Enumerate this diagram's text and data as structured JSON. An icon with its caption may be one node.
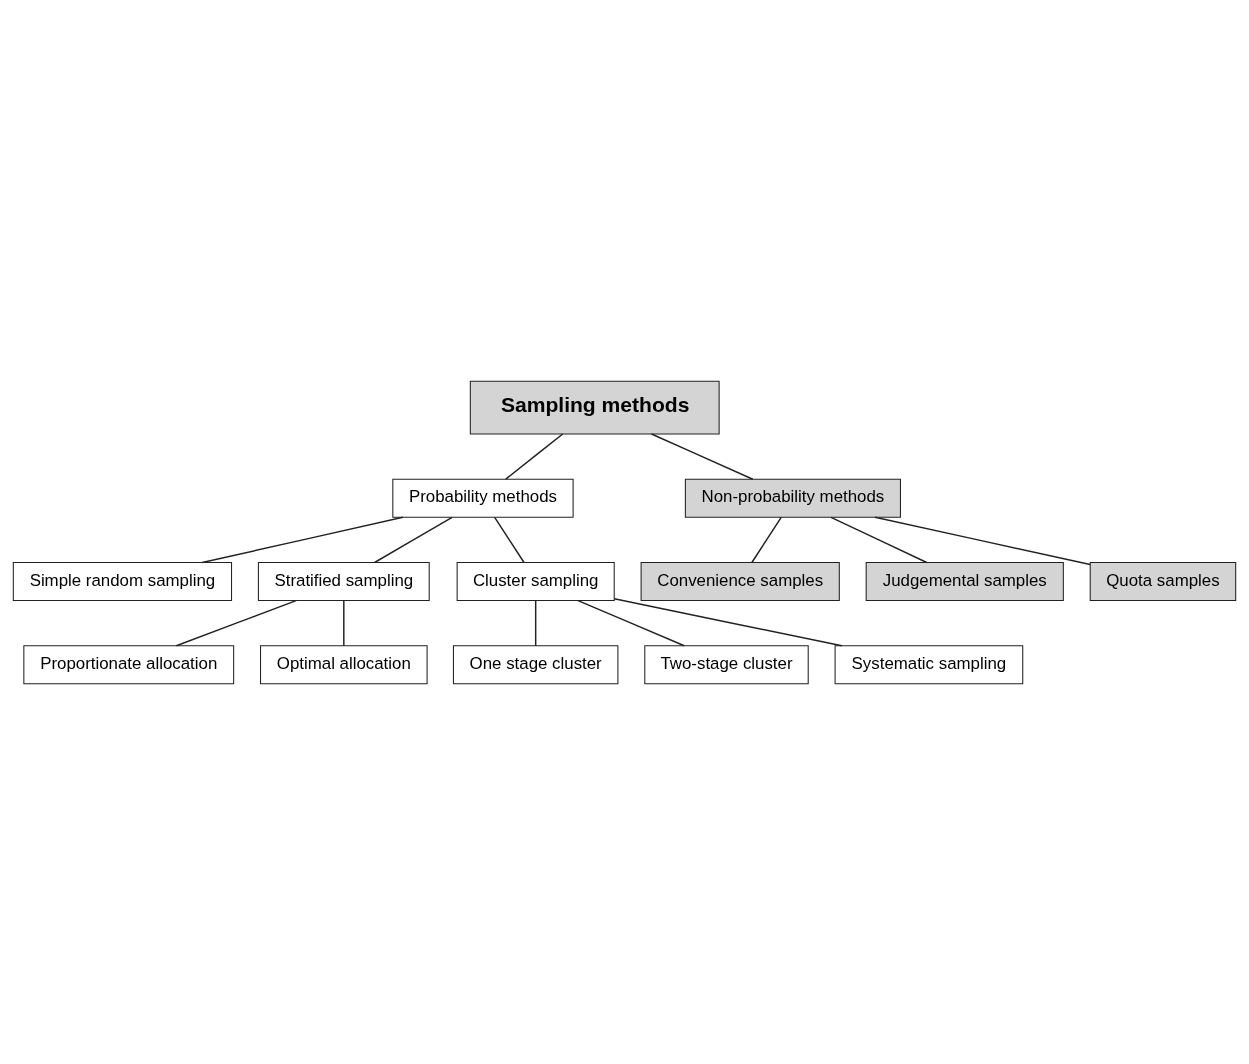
{
  "diagram": {
    "nodes": [
      {
        "text": [
          "Sampling methods"
        ]
      },
      {
        "text": [
          "Probability methods"
        ]
      },
      {
        "text": [
          "Non-probability methods"
        ]
      },
      {
        "text": [
          "Simple random sampling"
        ]
      },
      {
        "text": [
          "Stratified sampling"
        ]
      },
      {
        "text": [
          "Cluster sampling"
        ]
      },
      {
        "text": [
          "Convenience samples"
        ]
      },
      {
        "text": [
          "Judgemental samples"
        ]
      },
      {
        "text": [
          "Quota samples"
        ]
      },
      {
        "text": [
          "One stage cluster"
        ]
      },
      {
        "text": [
          "Two-stage cluster"
        ]
      },
      {
        "text": [
          "Proportionate allocation"
        ]
      },
      {
        "text": [
          "Optimal allocation"
        ]
      },
      {
        "text": [
          "Systematic sampling"
        ]
      }
    ],
    "edges": [
      {
        "from": 0,
        "to": 1,
        "arrow": "none"
      },
      {
        "from": 0,
        "to": 2,
        "arrow": "none"
      },
      {
        "from": 1,
        "to": 4,
        "arrow": "none"
      },
      {
        "from": 1,
        "to": 3,
        "arrow": "none"
      },
      {
        "from": 1,
        "to": 5,
        "arrow": "none"
      },
      {
        "from": 2,
        "to": 6,
        "arrow": "none"
      },
      {
        "from": 2,
        "to": 8,
        "arrow": "none"
      },
      {
        "from": 2,
        "to": 7,
        "arrow": "none"
      },
      {
        "from": 5,
        "to": 9,
        "arrow": "none"
      },
      {
        "from": 5,
        "to": 13,
        "arrow": "none"
      },
      {
        "from": 5,
        "to": 10,
        "arrow": "none"
      },
      {
        "from": 4,
        "to": 11,
        "arrow": "none"
      },
      {
        "from": 4,
        "to": 12,
        "arrow": "none"
      }
    ]
  }
}
